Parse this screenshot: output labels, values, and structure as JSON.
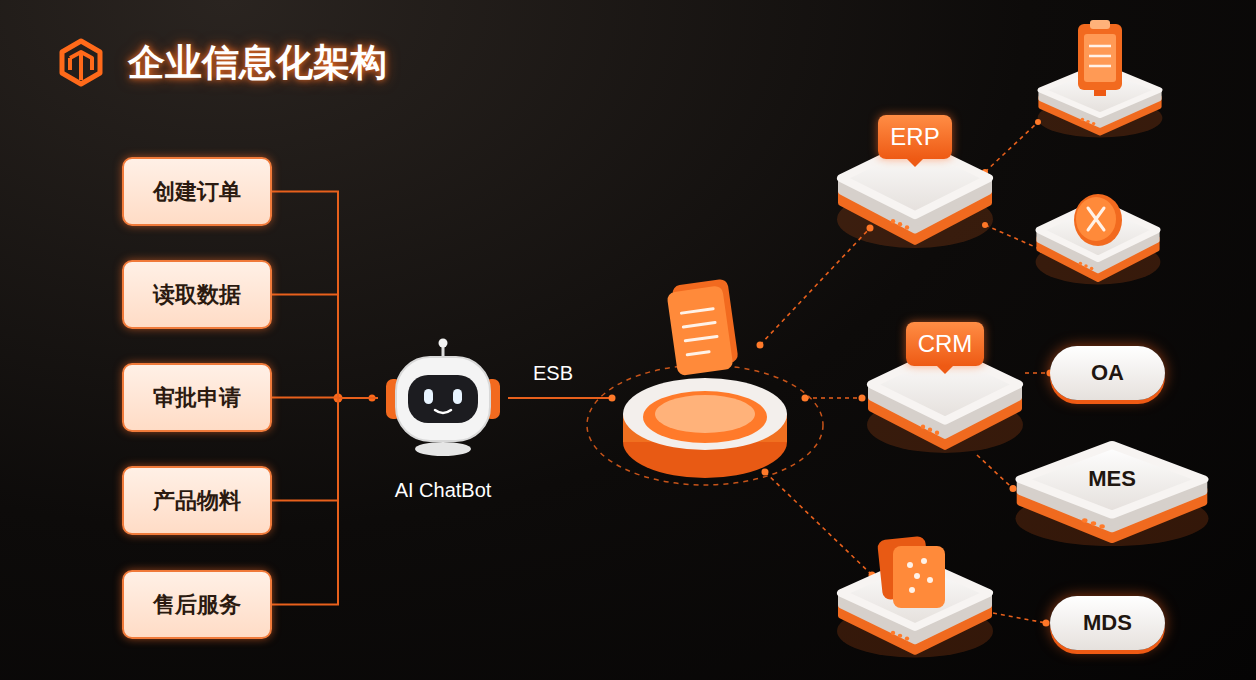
{
  "diagram": {
    "title": "企业信息化架构",
    "nodes": [
      {
        "text": [
          "创建订单"
        ]
      },
      {
        "text": [
          "读取数据"
        ]
      },
      {
        "text": [
          "审批申请"
        ]
      },
      {
        "text": [
          "产品物料"
        ]
      },
      {
        "text": [
          "售后服务"
        ]
      },
      {
        "text": [
          "AI ChatBot"
        ]
      },
      {
        "text": [
          "ERP"
        ]
      },
      {
        "text": [
          "CRM"
        ]
      },
      {
        "text": [
          "OA"
        ]
      },
      {
        "text": [
          "MES"
        ]
      },
      {
        "text": [
          "MDS"
        ]
      }
    ],
    "edges": [
      {
        "from": 0,
        "to": 5,
        "arrow": "none"
      },
      {
        "from": 1,
        "to": 5,
        "arrow": "none"
      },
      {
        "from": 2,
        "to": 5,
        "arrow": "none"
      },
      {
        "from": 3,
        "to": 5,
        "arrow": "none"
      },
      {
        "from": 4,
        "to": 5,
        "arrow": "none"
      },
      {
        "from": 7,
        "to": 8,
        "arrow": "none"
      },
      {
        "from": 7,
        "to": 9,
        "arrow": "none"
      }
    ],
    "labels": [
      "ESB"
    ]
  }
}
